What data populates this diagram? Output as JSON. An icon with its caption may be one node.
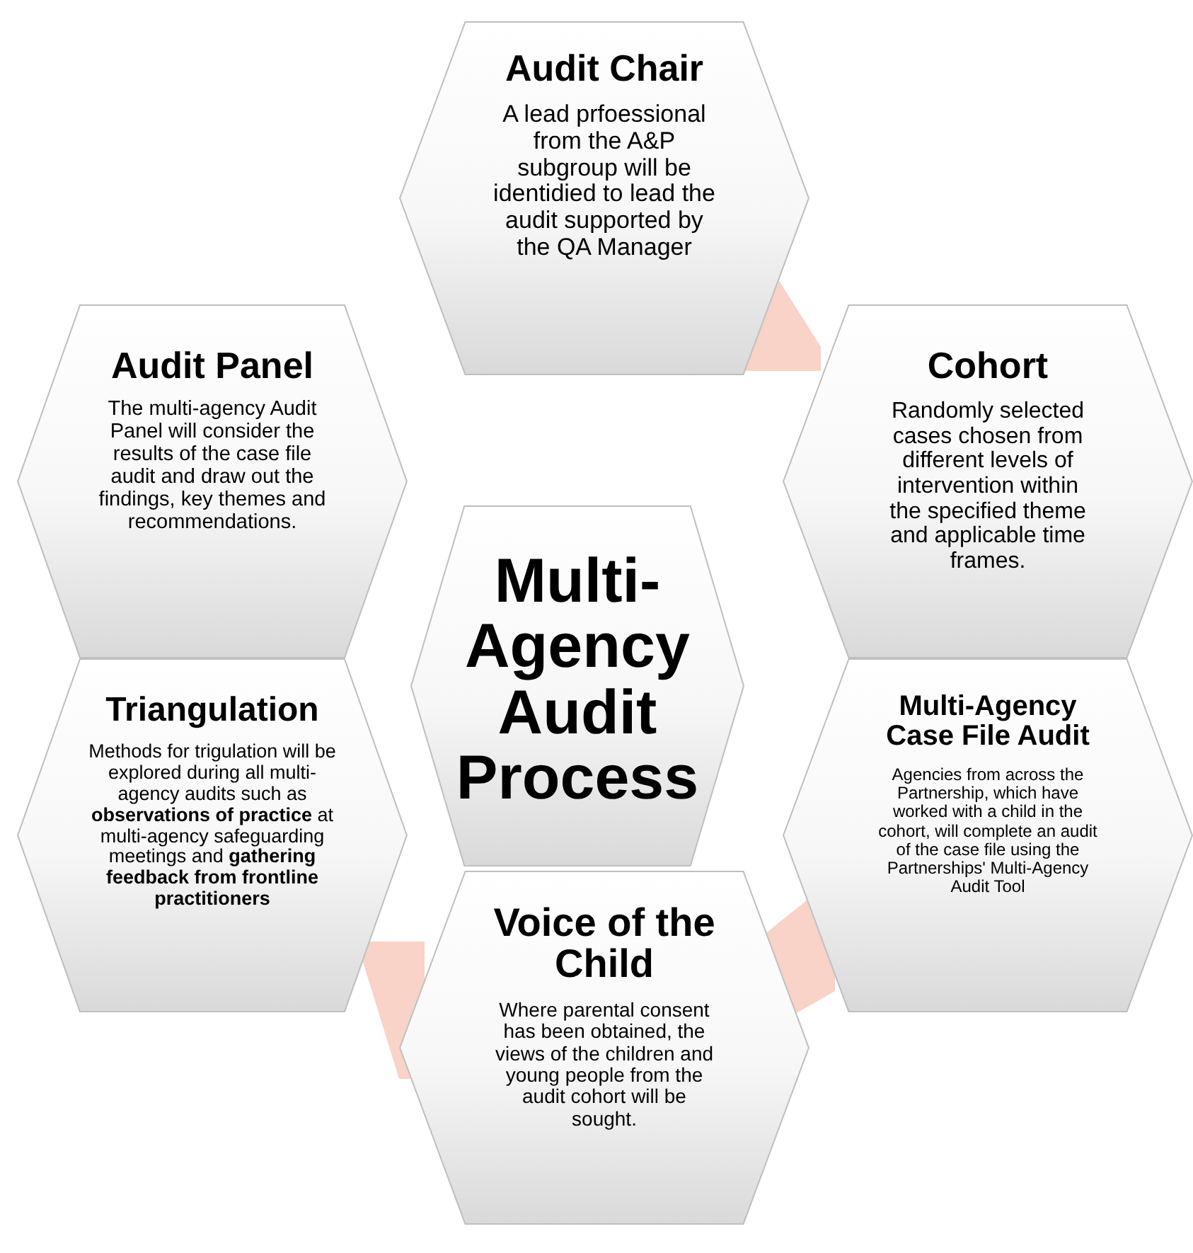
{
  "diagram": {
    "nodes": [
      {
        "text": [
          "Audit Chair",
          "A lead prfoessional from the A&P subgroup will be identidied to lead the audit supported by the QA Manager"
        ]
      },
      {
        "text": [
          "Audit Panel",
          "The multi-agency Audit Panel will consider the results of the case file audit and draw out the findings, key themes and recommendations."
        ]
      },
      {
        "text": [
          "Cohort",
          "Randomly selected cases chosen from different levels of intervention within the specified theme and applicable time frames."
        ]
      },
      {
        "text": [
          "Multi-Agency Audit Process"
        ]
      },
      {
        "text": [
          "Triangulation",
          "Methods for trigulation will be explored during all multi-agency audits such as **observations of practice** at multi-agency safeguarding meetings and **gathering feedback from frontline practitioners**"
        ]
      },
      {
        "text": [
          "Multi-Agency Case File Audit",
          "Agencies from across the Partnership, which have worked with a child in the cohort, will complete an audit of the case file using the Partnerships' Multi-Agency Audit Tool"
        ]
      },
      {
        "text": [
          "Voice of the Child",
          "Where parental consent has been obtained, the views of the children and young people from the audit cohort will be sought."
        ]
      }
    ]
  }
}
